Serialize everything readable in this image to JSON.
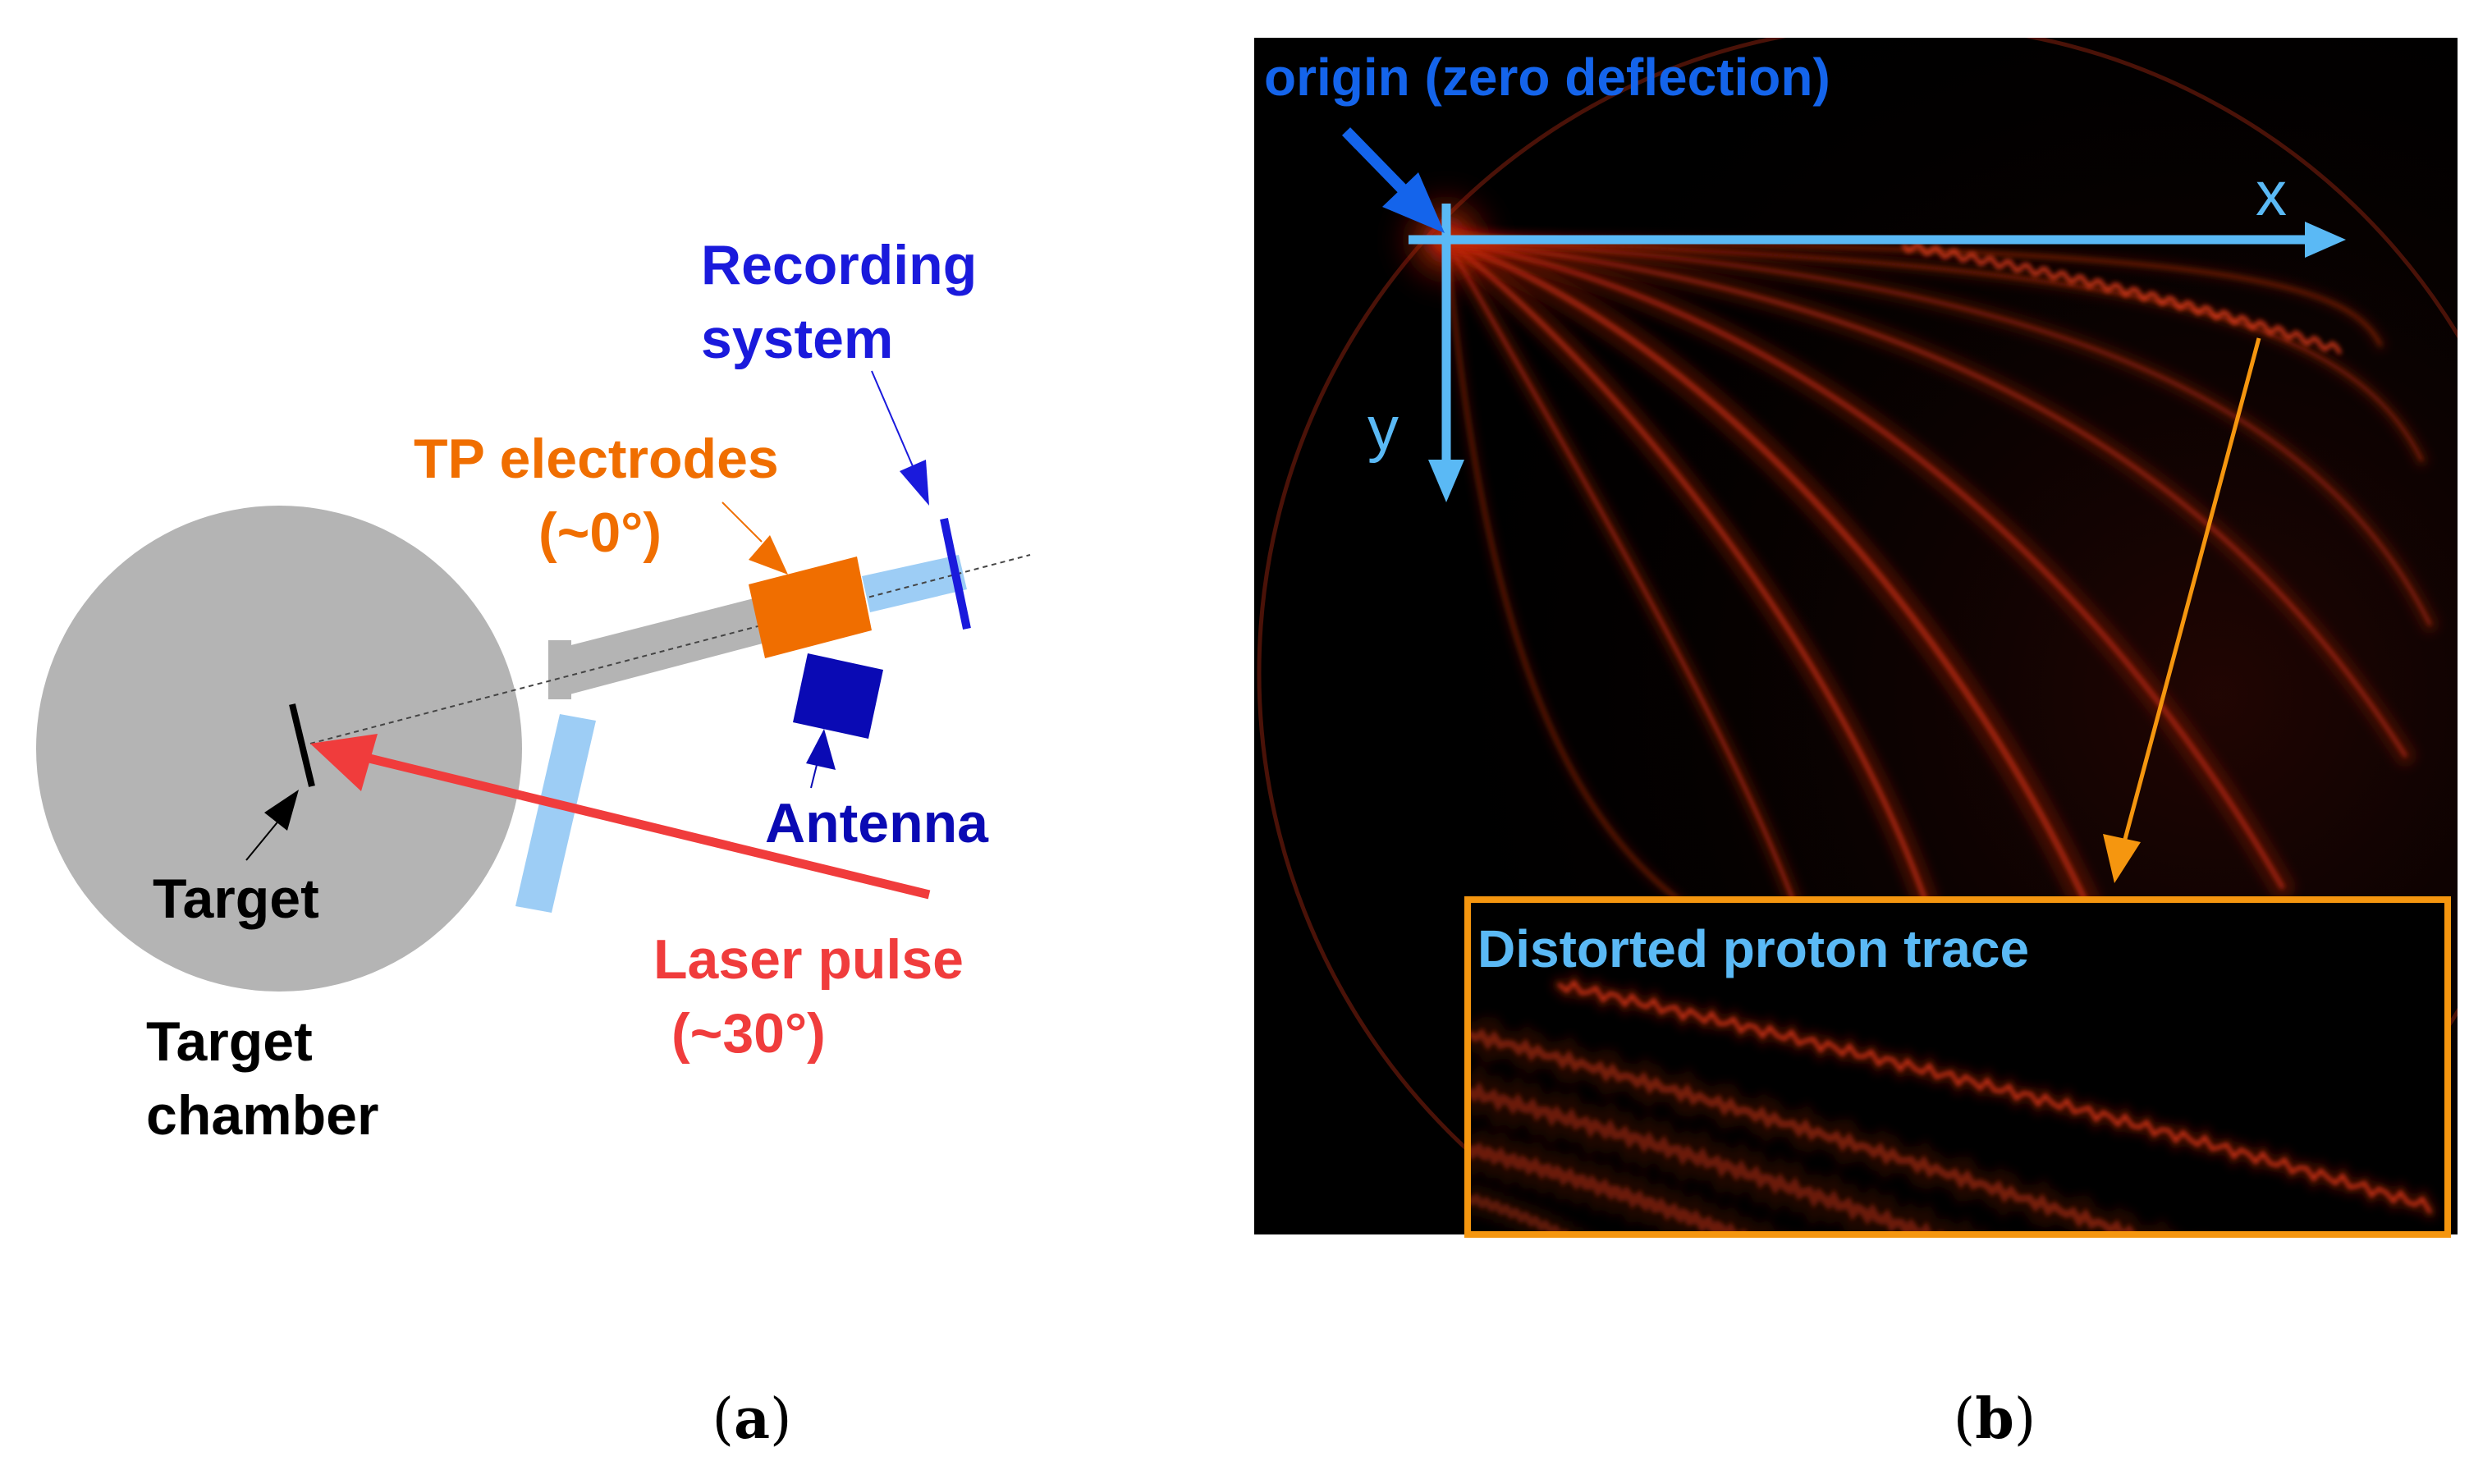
{
  "panel_a": {
    "labels": {
      "recording_line1": "Recording",
      "recording_line2": "system",
      "tp_line1": "TP electrodes",
      "tp_line2": "(~0°)",
      "antenna": "Antenna",
      "target": "Target",
      "chamber_line1": "Target",
      "chamber_line2": "chamber",
      "laser_line1": "Laser pulse",
      "laser_line2": "(~30°)"
    },
    "caption_open": "(",
    "caption_letter": "a",
    "caption_close": ")"
  },
  "panel_b": {
    "labels": {
      "origin": "origin (zero deflection)",
      "x_axis": "x",
      "y_axis": "y",
      "inset": "Distorted proton trace"
    },
    "caption_open": "(",
    "caption_letter": "b",
    "caption_close": ")"
  },
  "colors": {
    "chamber": "#b4b4b4",
    "recording": "#1a1adc",
    "tp": "#f06e00",
    "antenna": "#0a0ab4",
    "laser": "#f03c3c",
    "window": "#9dcdf5",
    "target": "#000000",
    "axis": "#5ab9f5",
    "origin": "#1464eb",
    "inset_frame": "#f5960f",
    "inset_label": "#5ab9f5",
    "trace": "#c81e0a"
  }
}
